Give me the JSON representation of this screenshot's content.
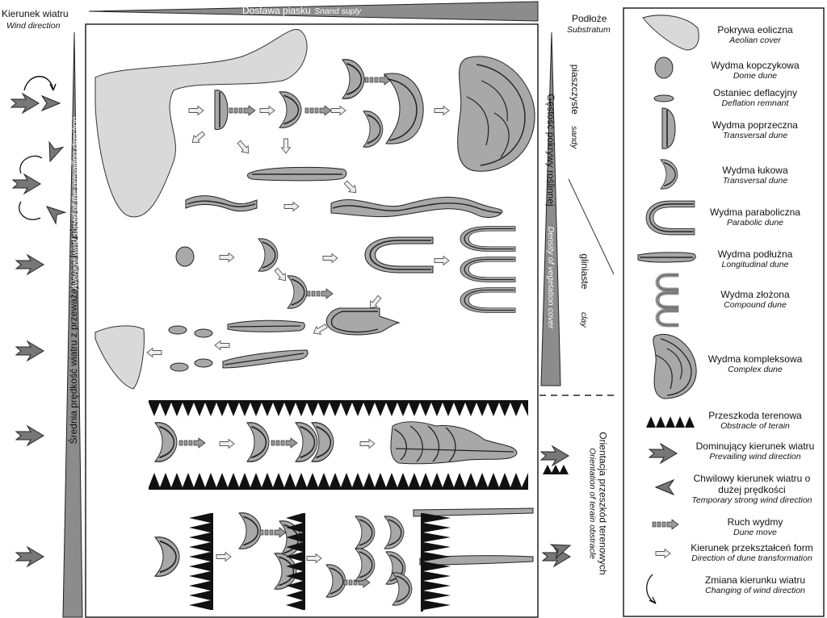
{
  "left": {
    "wind_title": {
      "pl": "Kierunek wiatru",
      "en": "Wind direction"
    },
    "speed_axis": {
      "pl": "Średnia prędkość wiatru z przeważającego kierunku",
      "en": "Average wind speed of the prevailing direction"
    }
  },
  "top": {
    "sand_supply": {
      "pl": "Dostawa piasku",
      "en": "Snand suply"
    }
  },
  "right": {
    "substratum": {
      "pl": "Podłoże",
      "en": "Substratum"
    },
    "sandy": {
      "pl": "piaszczyste",
      "en": "sandy"
    },
    "clay": {
      "pl": "gliniaste",
      "en": "clay"
    },
    "vegetation_axis": {
      "pl": "Gęstość pokrywy roślinnej",
      "en": "Density of vegetation cover"
    },
    "obstacle_axis": {
      "pl": "Orientacja przeszkód terenowych",
      "en": "Orientation of terain obstracle"
    }
  },
  "legend": {
    "items": [
      {
        "pl": "Pokrywa eoliczna",
        "en": "Aeolian cover",
        "icon": "aeolian-cover-icon"
      },
      {
        "pl": "Wydma kopczykowa",
        "en": "Dome dune",
        "icon": "dome-dune-icon"
      },
      {
        "pl": "Ostaniec deflacyjny",
        "en": "Deflation remnant",
        "icon": "deflation-remnant-icon"
      },
      {
        "pl": "Wydma poprzeczna",
        "en": "Transversal dune",
        "icon": "transversal-dune-icon"
      },
      {
        "pl": "Wydma łukowa",
        "en": "Transversal dune",
        "icon": "barchan-dune-icon"
      },
      {
        "pl": "Wydma paraboliczna",
        "en": "Parabolic dune",
        "icon": "parabolic-dune-icon"
      },
      {
        "pl": "Wydma podłużna",
        "en": "Longitudinal dune",
        "icon": "longitudinal-dune-icon"
      },
      {
        "pl": "Wydma złożona",
        "en": "Compound dune",
        "icon": "compound-dune-icon"
      },
      {
        "pl": "Wydma kompleksowa",
        "en": "Complex dune",
        "icon": "complex-dune-icon"
      },
      {
        "pl": "Przeszkoda terenowa",
        "en": "Obstracle of terain",
        "icon": "terrain-obstacle-icon"
      },
      {
        "pl": "Dominujący kierunek wiatru",
        "en": "Prevailing wind direction",
        "icon": "prevailing-wind-icon"
      },
      {
        "pl": "Chwilowy kierunek wiatru o dużej prędkości",
        "en": "Temporary strong wind direction",
        "icon": "strong-wind-icon"
      },
      {
        "pl": "Ruch wydmy",
        "en": "Dune move",
        "icon": "dune-move-arrow-icon"
      },
      {
        "pl": "Kierunek przekształceń form",
        "en": "Direction of dune transformation",
        "icon": "transformation-arrow-icon"
      },
      {
        "pl": "Zmiana kierunku wiatru",
        "en": "Changing of wind direction",
        "icon": "wind-change-icon"
      }
    ]
  },
  "colors": {
    "dune_fill": "#a8a8a8",
    "cover_fill": "#d9d9d9",
    "wedge_fill": "#8c8c8c",
    "outline": "#222222"
  }
}
